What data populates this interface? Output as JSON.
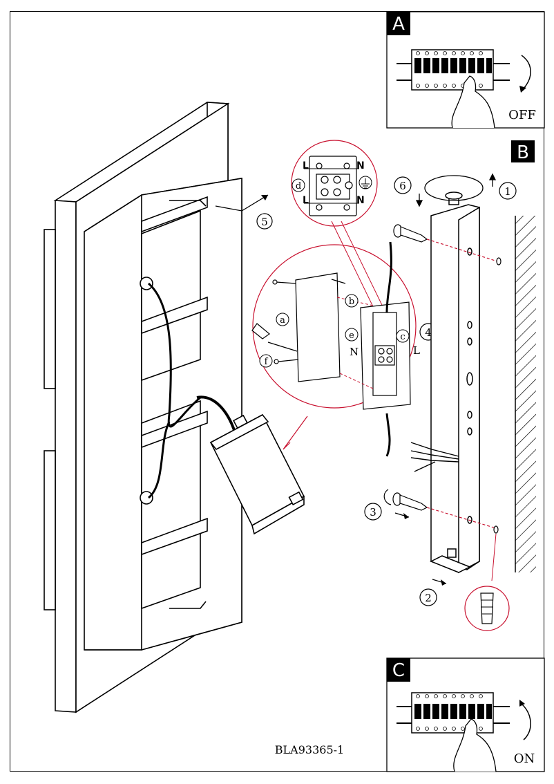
{
  "panels": {
    "a": {
      "letter": "A",
      "state": "OFF"
    },
    "b": {
      "letter": "B"
    },
    "c": {
      "letter": "C",
      "state": "ON"
    }
  },
  "steps": [
    "1",
    "2",
    "3",
    "4",
    "5",
    "6"
  ],
  "callouts": [
    "a",
    "b",
    "c",
    "d",
    "e",
    "f"
  ],
  "terminals": {
    "live": "L",
    "neutral": "N"
  },
  "earth_symbol": "earth-ground-icon",
  "code": "BLA93365-1"
}
